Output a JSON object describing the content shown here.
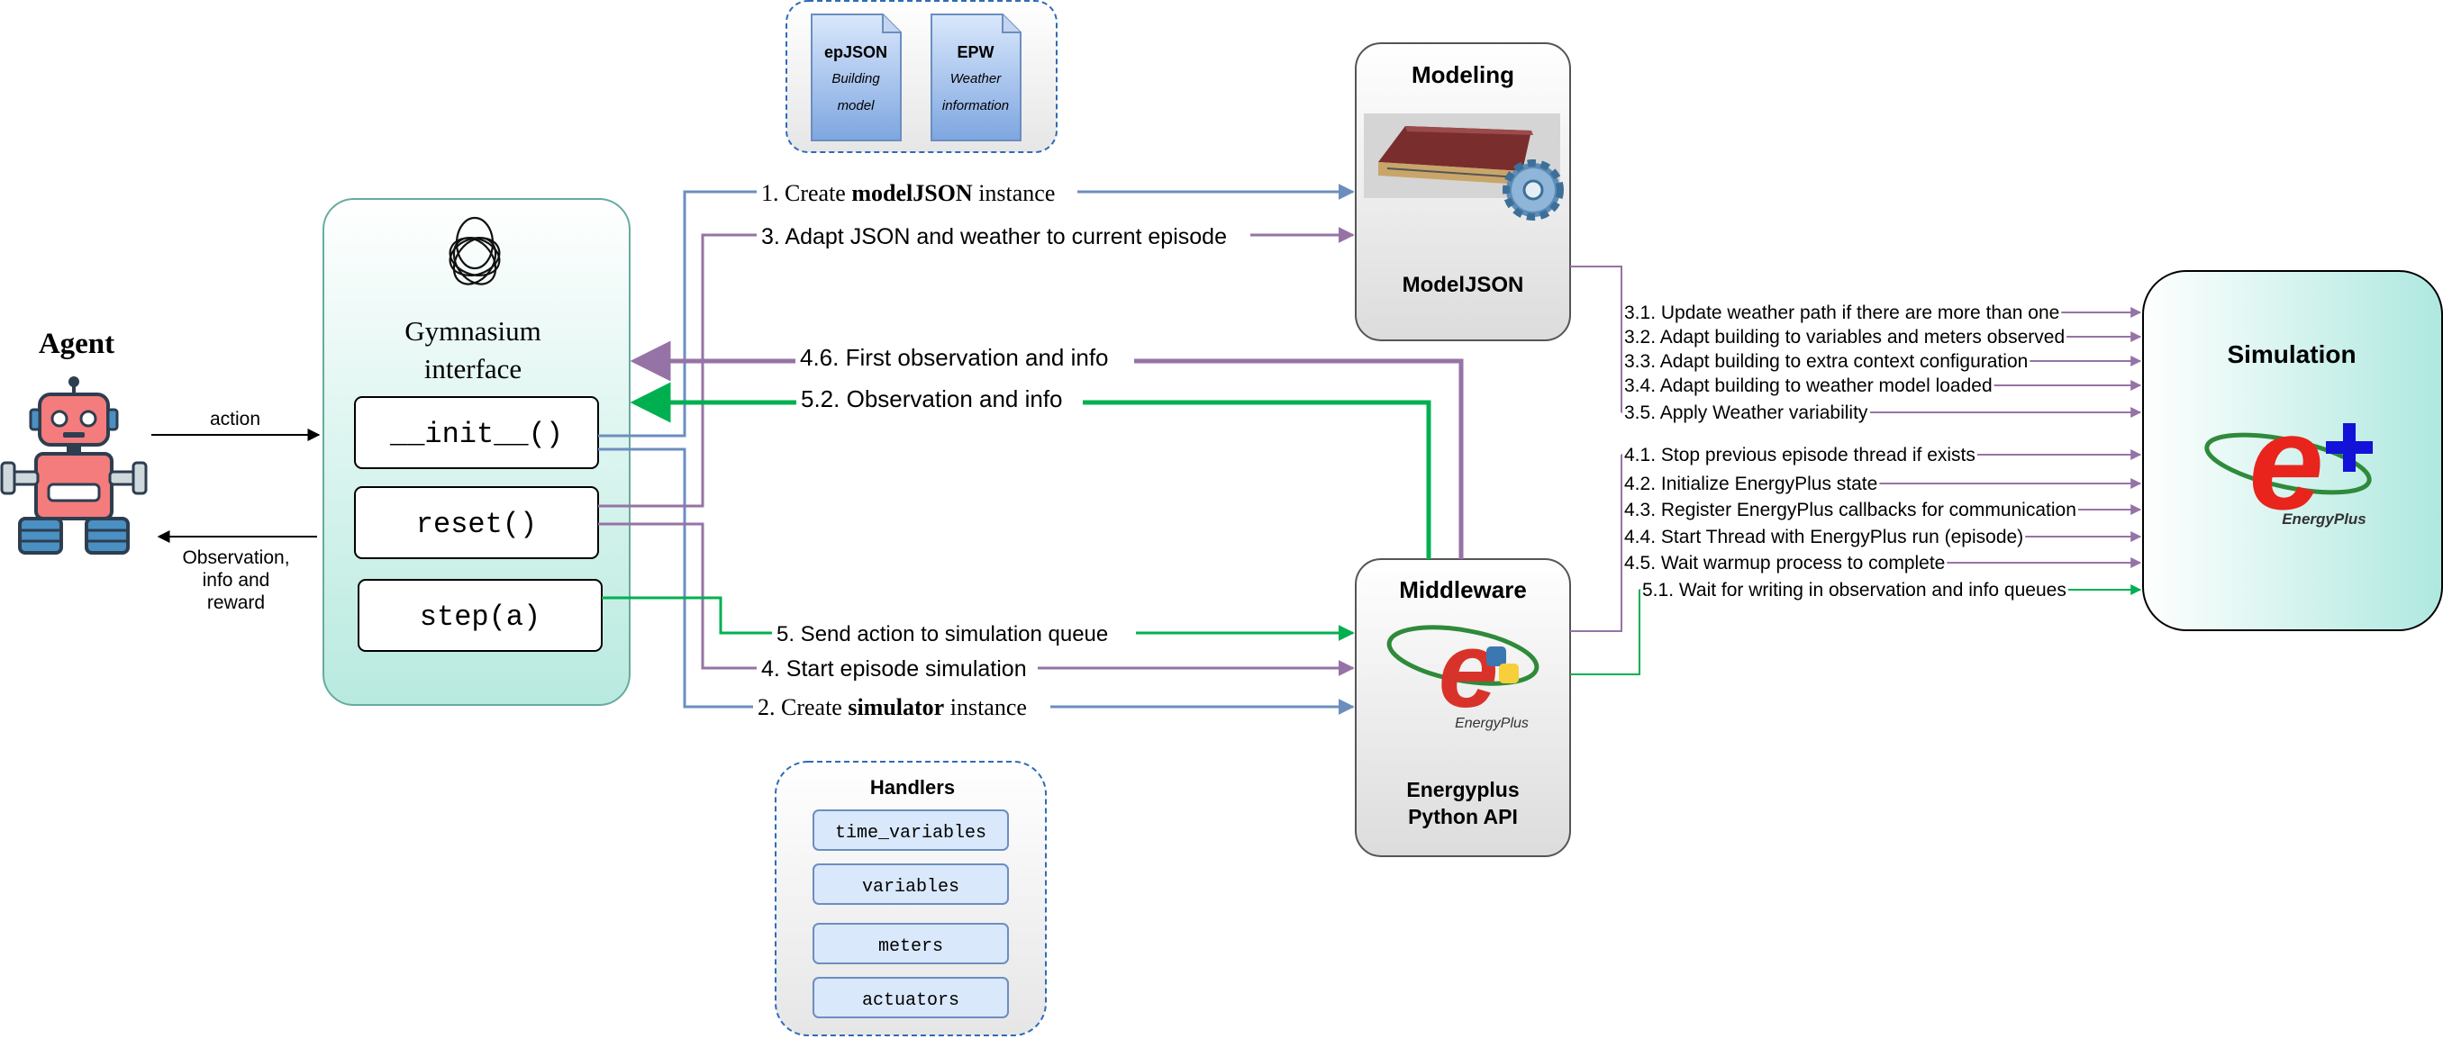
{
  "agent": {
    "title": "Agent",
    "action_label": "action",
    "obs_label_lines": [
      "Observation,",
      "info and",
      "reward"
    ]
  },
  "gym": {
    "title_lines": [
      "Gymnasium",
      "interface"
    ],
    "methods": [
      "__init__()",
      "reset()",
      "step(a)"
    ]
  },
  "files": [
    {
      "name": "epJSON",
      "desc_lines": [
        "Building",
        "model"
      ]
    },
    {
      "name": "EPW",
      "desc_lines": [
        "Weather",
        "information"
      ]
    }
  ],
  "modeling": {
    "title": "Modeling",
    "subtitle": "ModelJSON"
  },
  "middleware": {
    "title": "Middleware",
    "subtitle_lines": [
      "Energyplus",
      "Python API"
    ],
    "logo_text": "EnergyPlus"
  },
  "simulation": {
    "title": "Simulation",
    "logo_text": "EnergyPlus"
  },
  "handlers": {
    "title": "Handlers",
    "items": [
      "time_variables",
      "variables",
      "meters",
      "actuators"
    ]
  },
  "flows": {
    "create_model": {
      "prefix": "1. Create ",
      "bold": "modelJSON",
      "suffix": " instance"
    },
    "adapt_json": "3. Adapt JSON and weather to current episode",
    "first_obs": "4.6. First observation and info",
    "obs_info": "5.2. Observation and info",
    "send_action": "5. Send action to simulation queue",
    "start_episode": "4. Start episode simulation",
    "create_sim": {
      "prefix": "2. Create ",
      "bold": "simulator",
      "suffix": " instance"
    }
  },
  "model_steps": [
    "3.1. Update weather path if there are more than one",
    "3.2. Adapt building to variables and meters observed",
    "3.3. Adapt building to extra context configuration",
    "3.4. Adapt building to weather model loaded",
    "3.5. Apply Weather variability"
  ],
  "sim_steps": [
    "4.1. Stop previous episode thread if exists",
    "4.2. Initialize EnergyPlus state",
    "4.3. Register EnergyPlus callbacks for communication",
    "4.4. Start Thread with EnergyPlus run (episode)",
    "4.5. Wait warmup process to complete",
    "5.1. Wait for writing in observation and info queues"
  ],
  "colors": {
    "blue": "#6c8ebf",
    "purple": "#9673a6",
    "green": "#00b050",
    "teal_border": "#67ab9f",
    "dash_blue": "#2e6bb8"
  }
}
